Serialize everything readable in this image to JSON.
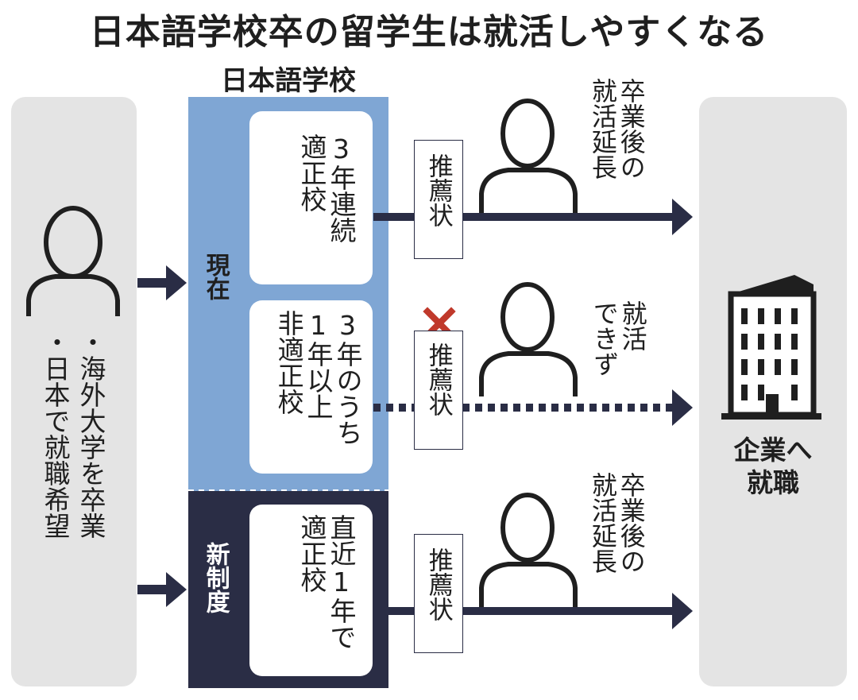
{
  "header": {
    "title": "日本語学校卒の留学生は就活しやすくなる",
    "school_label": "日本語学校"
  },
  "student": {
    "requirement_1": "・海外大学を卒業",
    "requirement_2": "・日本で就職希望"
  },
  "current": {
    "label": "現在",
    "qualified_card": "3年連続\n適正校",
    "unqualified_card": "3年のうち\n1年以上\n非適正校"
  },
  "new_system": {
    "label": "新制度",
    "card": "直近1年で\n適正校"
  },
  "recommendation": "推薦状",
  "outcomes": {
    "top": "卒業後の\n就活延長",
    "middle": "就活\nできず",
    "bottom": "卒業後の\n就活延長"
  },
  "destination": {
    "label": "企業へ\n就職"
  },
  "colors": {
    "navy": "#2a2d45",
    "light_blue": "#7fa6d4",
    "grey_panel": "#e4e4e4",
    "cross_red": "#c0392b"
  }
}
